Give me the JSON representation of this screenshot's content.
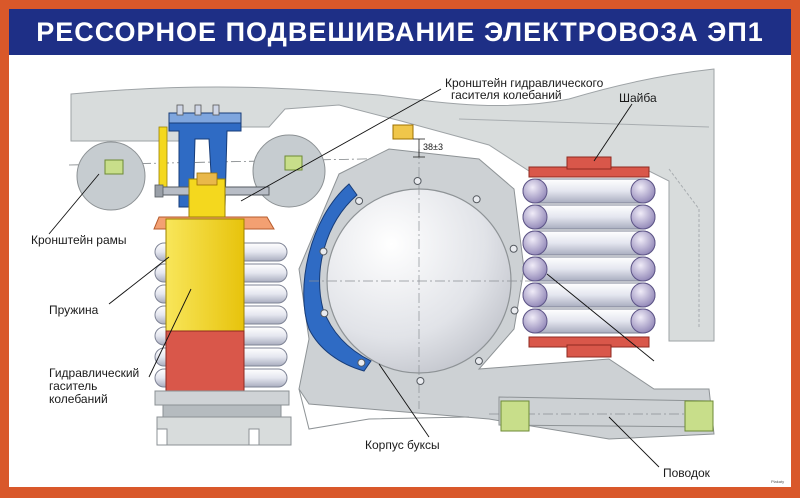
{
  "title": "РЕССОРНОЕ ПОДВЕШИВАНИЕ ЭЛЕКТРОВОЗА ЭП1",
  "labels": {
    "bracket_damper": "Кронштейн гидравлического",
    "bracket_damper_2": "гасителя колебаний",
    "washer": "Шайба",
    "dimension": "38±3",
    "frame_bracket": "Кронштейн рамы",
    "spring": "Пружина",
    "damper_1": "Гидравлический",
    "damper_2": "гаситель",
    "damper_3": "колебаний",
    "axle_box": "Корпус буксы",
    "leash": "Поводок"
  },
  "maker_mark": "Plakaty",
  "colors": {
    "border": "#d9582a",
    "header": "#1e2f86",
    "frame": "#d8dcdc",
    "spring": "#e7e9f2",
    "damper_yellow": "#f4d81e",
    "damper_red": "#d9574a",
    "bracket_blue": "#2f6bc4",
    "washer_red": "#d9574a",
    "rubber": "#c8de8a"
  }
}
